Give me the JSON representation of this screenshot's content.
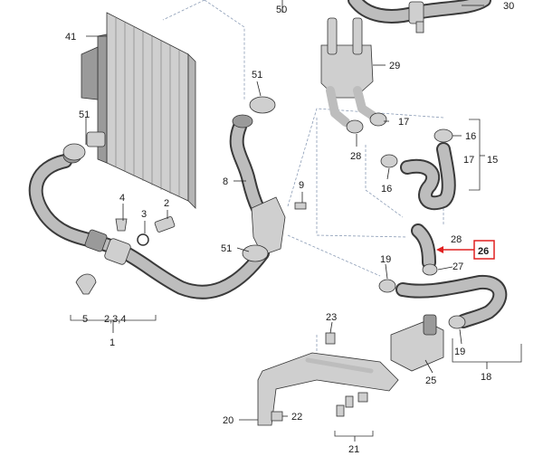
{
  "diagram": {
    "callouts": {
      "n1": "1",
      "n2a": "2",
      "n3a": "3",
      "n4a": "4",
      "n5": "5",
      "n234": "2,3,4",
      "n8": "8",
      "n9": "9",
      "n15": "15",
      "n16a": "16",
      "n16b": "16",
      "n17a": "17",
      "n17b": "17",
      "n18": "18",
      "n19a": "19",
      "n19b": "19",
      "n20": "20",
      "n21": "21",
      "n22": "22",
      "n23": "23",
      "n25": "25",
      "n26": "26",
      "n27": "27",
      "n28a": "28",
      "n28b": "28",
      "n29": "29",
      "n30": "30",
      "n41": "41",
      "n50": "50",
      "n51a": "51",
      "n51b": "51",
      "n51c": "51"
    },
    "highlight": {
      "label": "26",
      "color": "#e02020"
    }
  }
}
